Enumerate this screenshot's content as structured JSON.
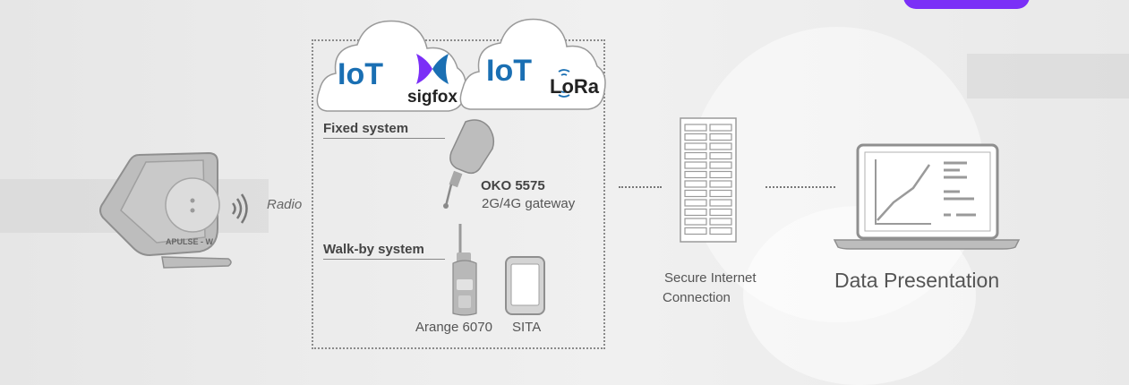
{
  "colors": {
    "accent": "#7b2ff7",
    "iot_blue": "#1a6fb3",
    "device_gray": "#b5b5b5",
    "outline_gray": "#9a9a9a",
    "text_gray": "#555555"
  },
  "device": {
    "model_label": "APULSE - W"
  },
  "radio_label": "Radio",
  "clouds": [
    {
      "iot_label": "IoT",
      "network_label": "sigfox"
    },
    {
      "iot_label": "IoT",
      "network_label": "LoRa"
    }
  ],
  "fixed_system": {
    "heading": "Fixed system",
    "gateway_name": "OKO 5575",
    "gateway_desc": "2G/4G gateway"
  },
  "walkby_system": {
    "heading": "Walk-by system",
    "handheld_label": "Arange 6070",
    "tablet_label": "SITA"
  },
  "server": {
    "label_line1": "Secure Internet",
    "label_line2": "Connection"
  },
  "presentation": {
    "label": "Data Presentation"
  }
}
